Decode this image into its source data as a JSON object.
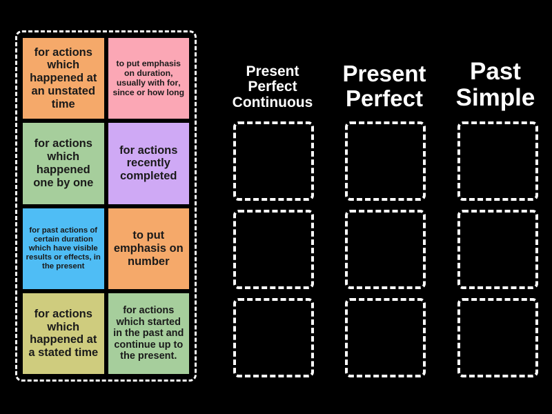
{
  "page": {
    "background_color": "#000000",
    "type": "drag-and-drop-sorting-activity"
  },
  "source_panel": {
    "name": "draggable-items-container",
    "border_style": "dashed-white",
    "tiles": [
      {
        "id": "tile-1",
        "text": "for actions which happened at an unstated time",
        "color": "#f5a96a",
        "size": "fs-large"
      },
      {
        "id": "tile-2",
        "text_html": "to put emphasis on duration, usually with <b>for</b>, <b>since</b> or <b>how long</b>",
        "text": "to put emphasis on duration, usually with for, since or how long",
        "color": "#fba7b5",
        "size": "fs-small"
      },
      {
        "id": "tile-3",
        "text": "for actions which happened one by one",
        "color": "#a6ce9c",
        "size": "fs-large"
      },
      {
        "id": "tile-4",
        "text": "for actions recently completed",
        "color": "#cfa9f5",
        "size": "fs-large"
      },
      {
        "id": "tile-5",
        "text": "for past actions of certain duration which have visible results or effects, in the present",
        "color": "#4fbdf5",
        "size": "fs-xsmall"
      },
      {
        "id": "tile-6",
        "text": "to put emphasis on number",
        "color": "#f5a96a",
        "size": "fs-large"
      },
      {
        "id": "tile-7",
        "text": "for actions which happened at a stated time",
        "color": "#cfcc7e",
        "size": "fs-large"
      },
      {
        "id": "tile-8",
        "text": "for actions which started in the past and continue up to the present.",
        "color": "#a6ce9c",
        "size": "fs-mid"
      }
    ]
  },
  "columns": [
    {
      "id": "column-present-perfect-continuous",
      "title": "Present Perfect Continuous",
      "dropzones": [
        "",
        "",
        ""
      ]
    },
    {
      "id": "column-present-perfect",
      "title": "Present Perfect",
      "dropzones": [
        "",
        "",
        ""
      ]
    },
    {
      "id": "column-past-simple",
      "title": "Past Simple",
      "dropzones": [
        "",
        "",
        ""
      ]
    }
  ]
}
